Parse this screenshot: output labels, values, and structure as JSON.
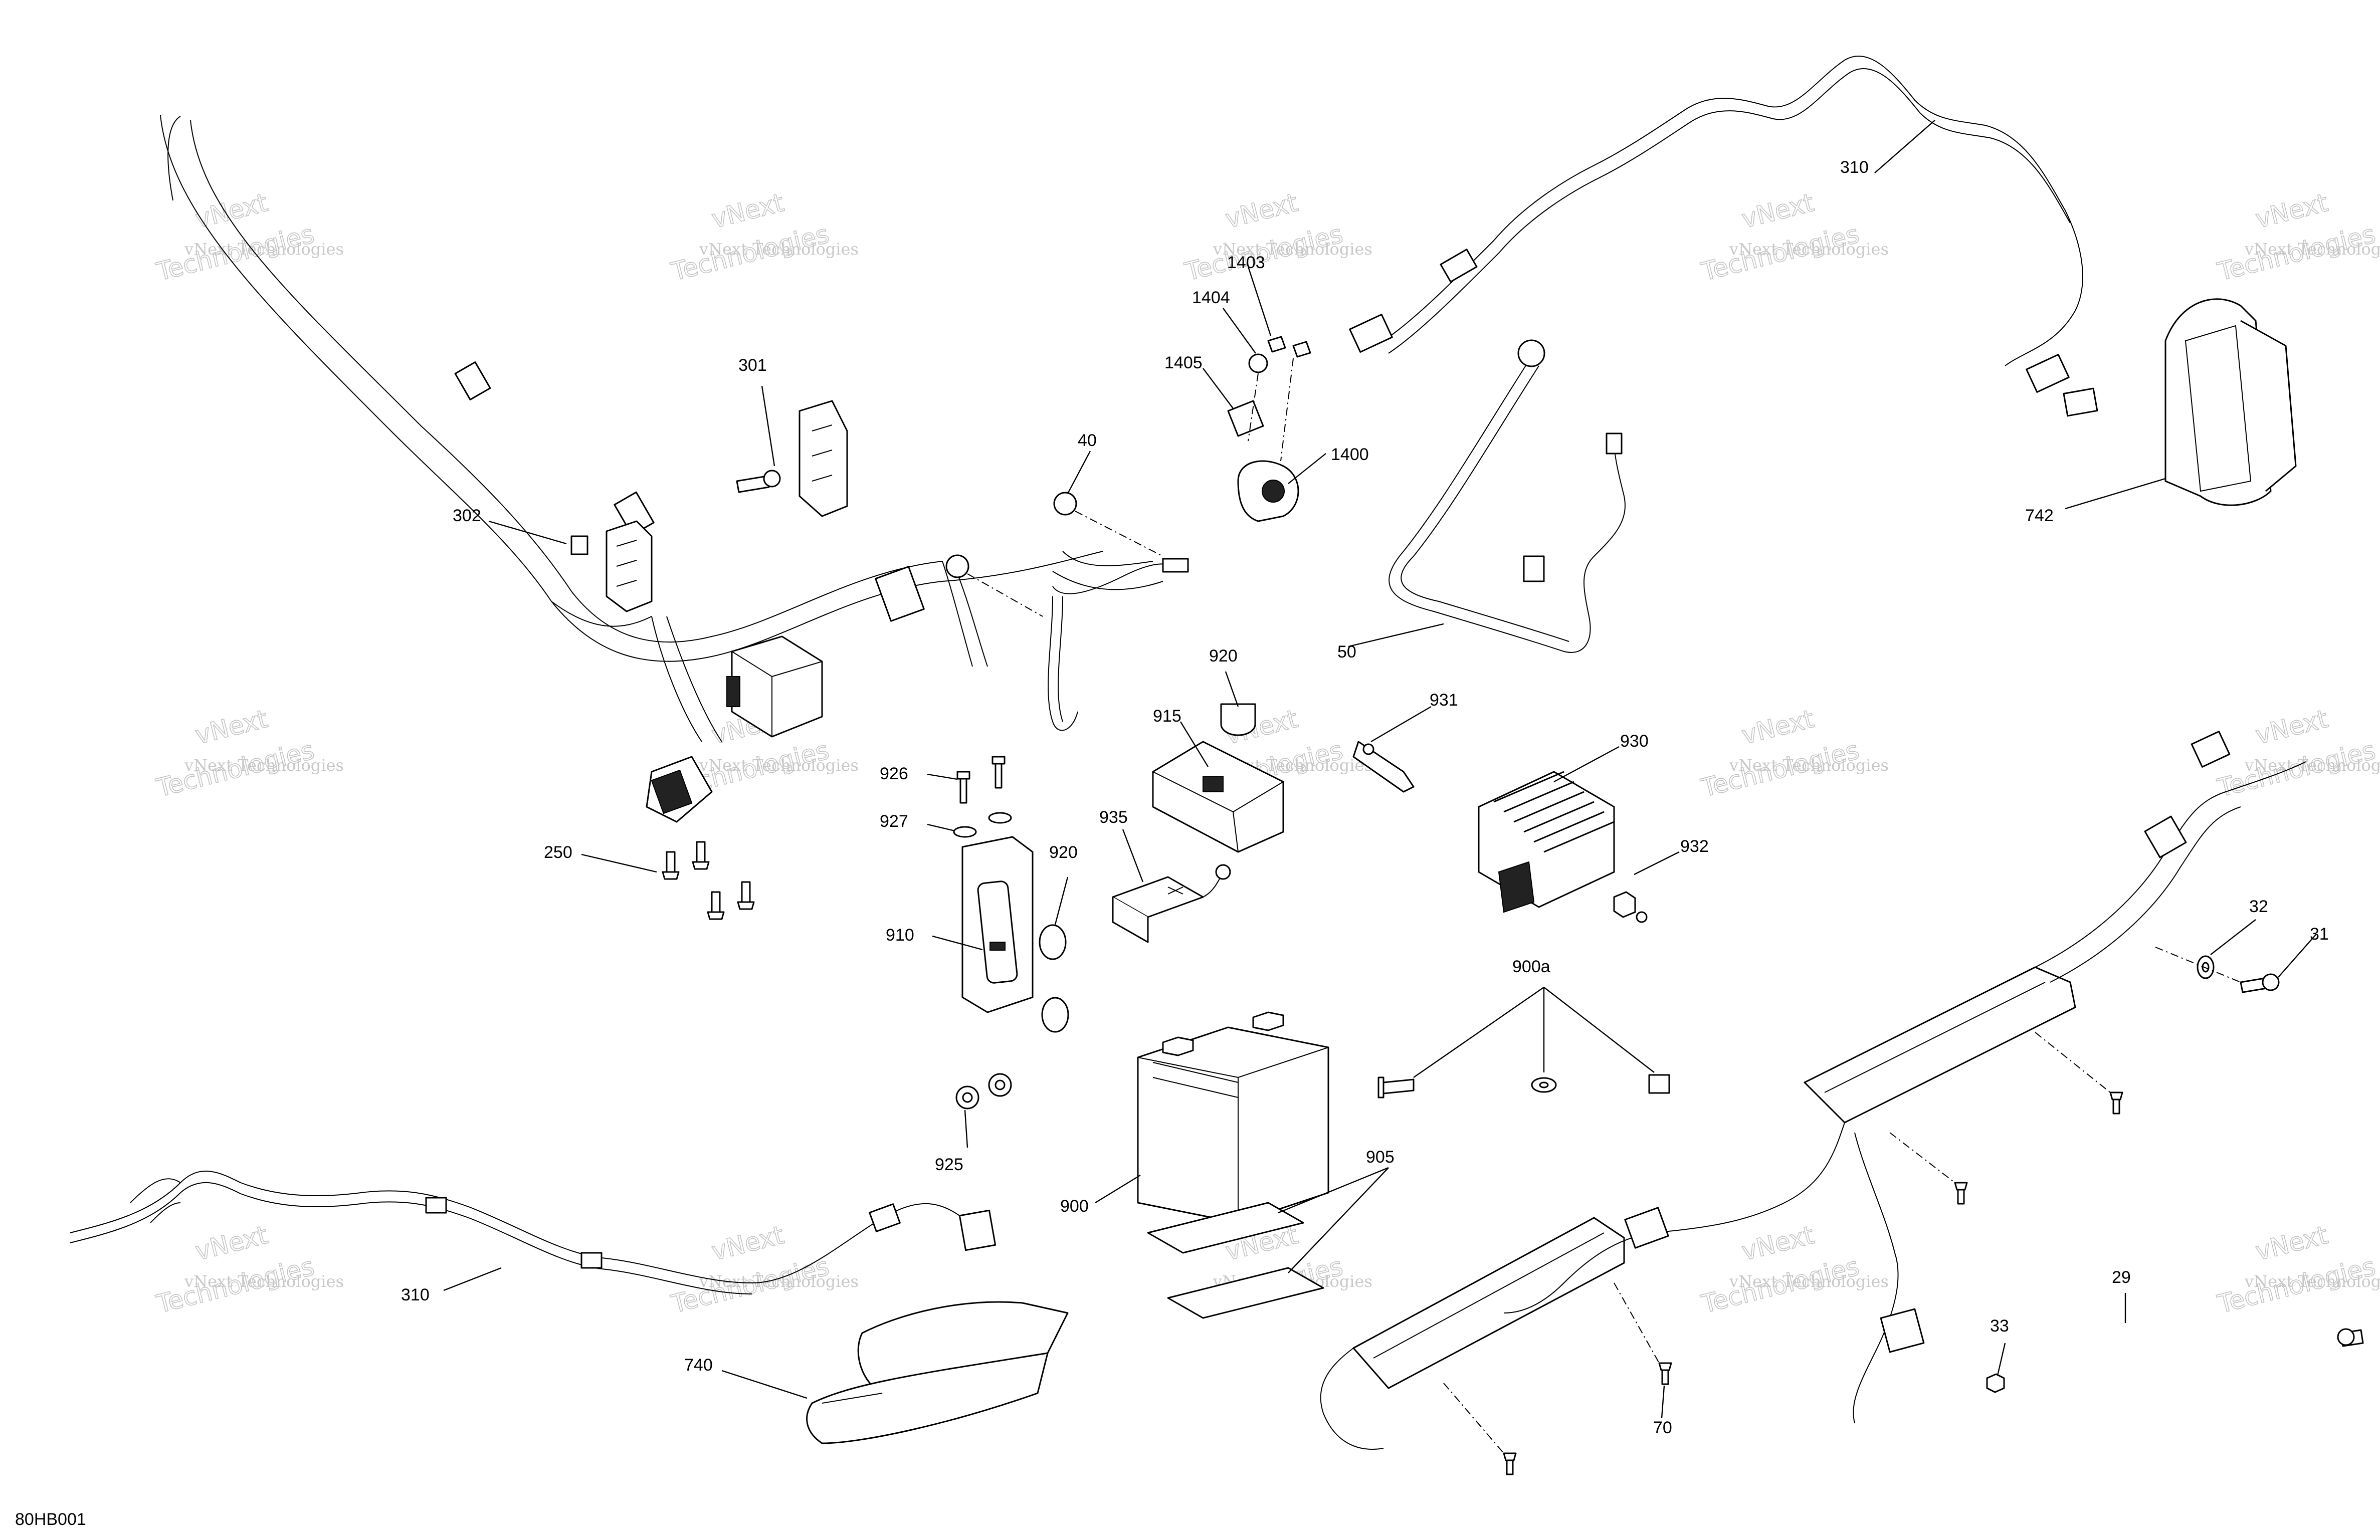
{
  "diagram": {
    "reference_code": "80HB001",
    "watermark": {
      "line1": "vNext Technologies",
      "line2": "Technologies",
      "stamp": "vNext"
    },
    "callouts": [
      {
        "id": "c301",
        "label": "301"
      },
      {
        "id": "c302",
        "label": "302"
      },
      {
        "id": "c250",
        "label": "250"
      },
      {
        "id": "c40",
        "label": "40"
      },
      {
        "id": "c1403",
        "label": "1403"
      },
      {
        "id": "c1404",
        "label": "1404"
      },
      {
        "id": "c1405",
        "label": "1405"
      },
      {
        "id": "c1400",
        "label": "1400"
      },
      {
        "id": "c310a",
        "label": "310"
      },
      {
        "id": "c742",
        "label": "742"
      },
      {
        "id": "c50",
        "label": "50"
      },
      {
        "id": "c920a",
        "label": "920"
      },
      {
        "id": "c915",
        "label": "915"
      },
      {
        "id": "c931",
        "label": "931"
      },
      {
        "id": "c930",
        "label": "930"
      },
      {
        "id": "c926",
        "label": "926"
      },
      {
        "id": "c927",
        "label": "927"
      },
      {
        "id": "c935",
        "label": "935"
      },
      {
        "id": "c920b",
        "label": "920"
      },
      {
        "id": "c910",
        "label": "910"
      },
      {
        "id": "c932",
        "label": "932"
      },
      {
        "id": "c900a",
        "label": "900a"
      },
      {
        "id": "c32",
        "label": "32"
      },
      {
        "id": "c31",
        "label": "31"
      },
      {
        "id": "c925",
        "label": "925"
      },
      {
        "id": "c900",
        "label": "900"
      },
      {
        "id": "c905",
        "label": "905"
      },
      {
        "id": "c310b",
        "label": "310"
      },
      {
        "id": "c740",
        "label": "740"
      },
      {
        "id": "c29",
        "label": "29"
      },
      {
        "id": "c33",
        "label": "33"
      },
      {
        "id": "c70",
        "label": "70"
      }
    ]
  }
}
